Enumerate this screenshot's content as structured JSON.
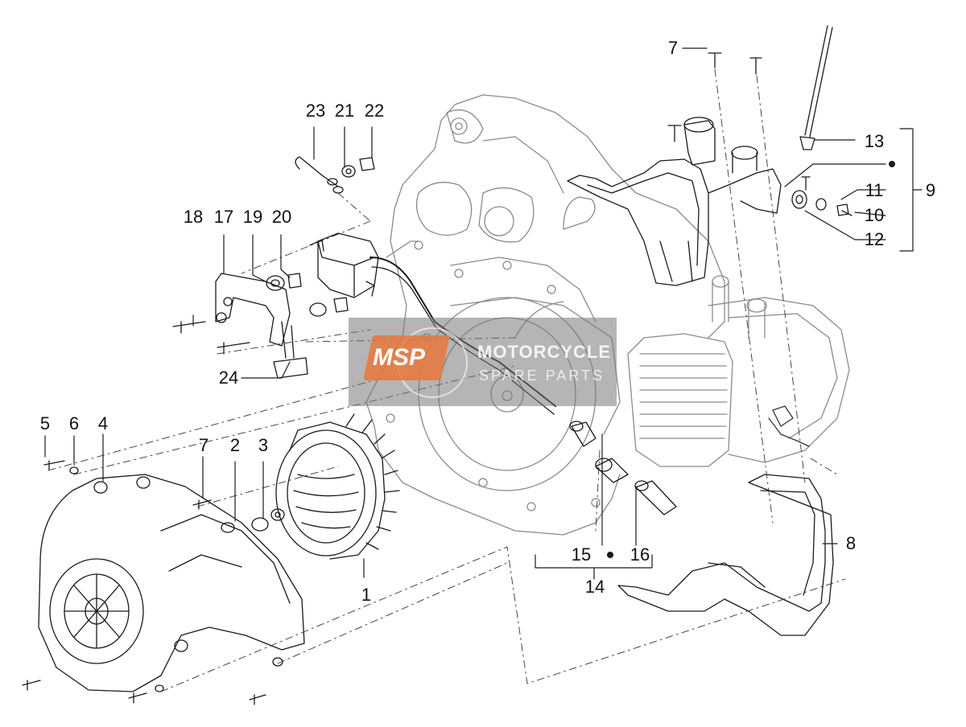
{
  "watermark": {
    "logo": "MSP",
    "line1": "MOTORCYCLE",
    "line2": "SPARE PARTS"
  },
  "callouts": {
    "c1": "1",
    "c2": "2",
    "c3": "3",
    "c4": "4",
    "c5": "5",
    "c6": "6",
    "c7a": "7",
    "c7b": "7",
    "c8": "8",
    "c9": "9",
    "c10": "10",
    "c11": "11",
    "c12": "12",
    "c13": "13",
    "c14": "14",
    "c15": "15",
    "c16": "16",
    "c17": "17",
    "c18": "18",
    "c19": "19",
    "c20": "20",
    "c21": "21",
    "c22": "22",
    "c23": "23",
    "c24": "24"
  },
  "colors": {
    "ink": "#1a1a1a",
    "engine_line": "#8a8a8a",
    "watermark_bg": "#787878",
    "watermark_accent": "#e8783c"
  }
}
